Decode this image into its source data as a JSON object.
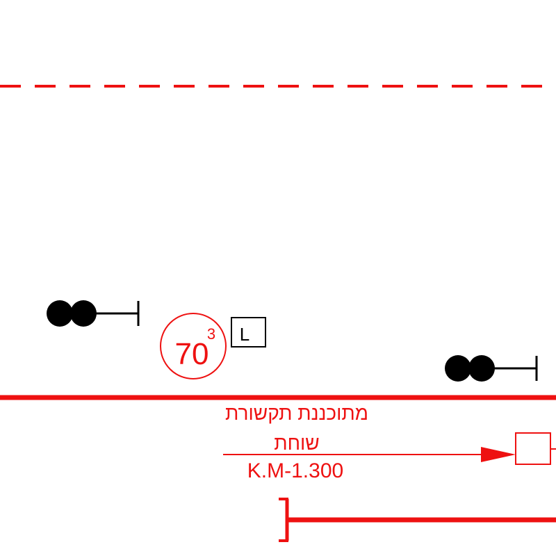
{
  "colors": {
    "planned": "#ee1111",
    "existing": "#000000",
    "background": "#ffffff"
  },
  "speed_sign": {
    "value": "70",
    "superscript": "3"
  },
  "lane_marker": {
    "label": "L"
  },
  "annotation": {
    "line1": "מתוכננת תקשורת",
    "line2": "שוחת",
    "chainage": "K.M-1.300"
  },
  "symbols": {
    "signal_left": "two-aspect-signal-icon",
    "signal_right": "two-aspect-signal-icon",
    "planned_manhole": "square-box-icon",
    "direction_arrow": "arrowhead-icon"
  }
}
